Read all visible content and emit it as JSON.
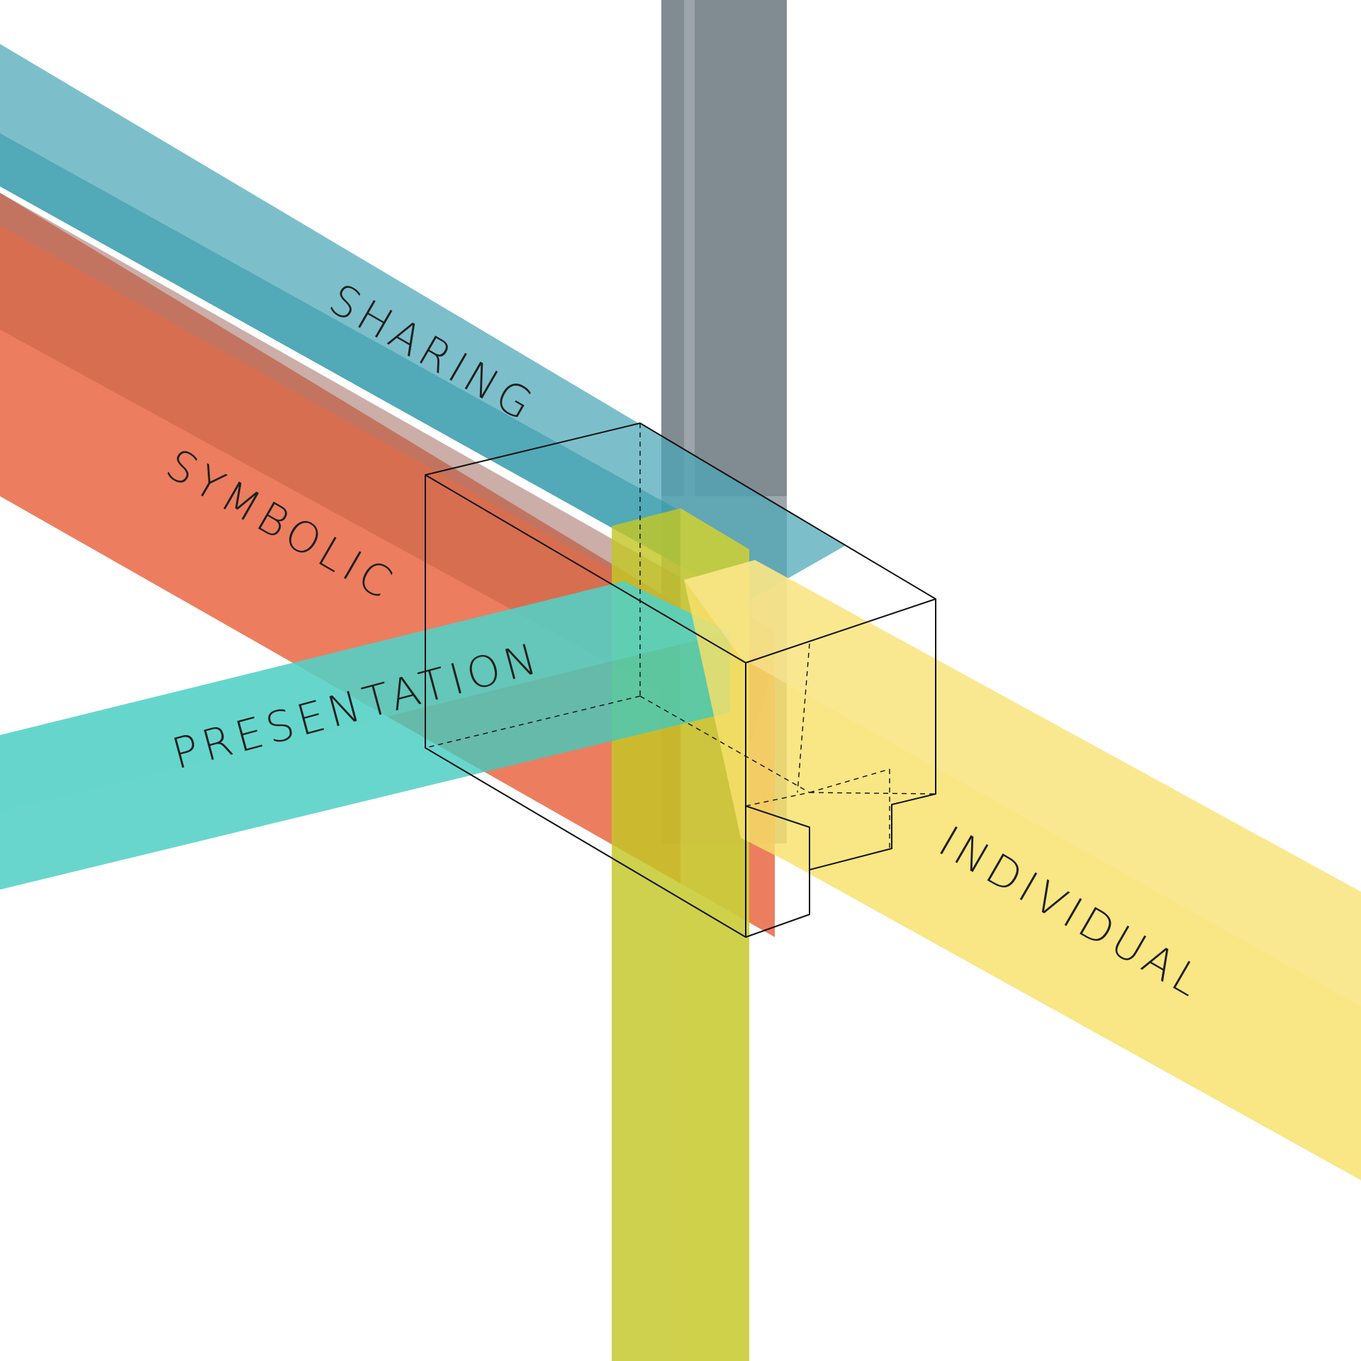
{
  "labels": {
    "sharing": "SHARING",
    "symbolic": "SYMBOLIC",
    "presentation": "PRESENTATION",
    "individual": "INDIVIDUAL"
  },
  "colors": {
    "background": "#ffffff",
    "sharing_beam": "#4aa6b7",
    "symbolic_beam": "#e8613c",
    "presentation_beam": "#3fcbbf",
    "individual_beam": "#f8e06a",
    "vertical_post": "#5c6b73",
    "lime_post": "#c3c726",
    "outline": "#111111"
  }
}
